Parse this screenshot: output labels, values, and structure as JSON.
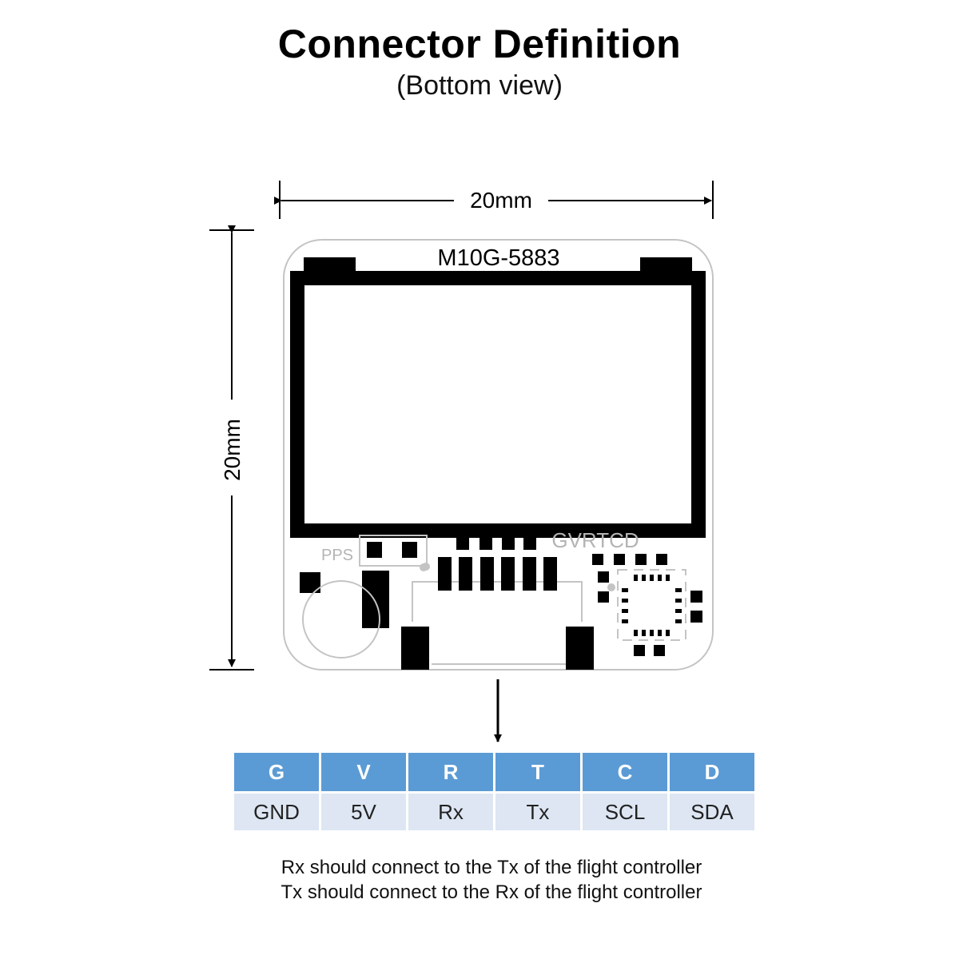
{
  "title": "Connector Definition",
  "subtitle": "(Bottom view)",
  "dimensions": {
    "width_label": "20mm",
    "height_label": "20mm"
  },
  "board": {
    "model_label": "M10G-5883",
    "pps_label": "PPS",
    "connector_pin_label": "GVRTCD"
  },
  "pinout": {
    "codes": [
      "G",
      "V",
      "R",
      "T",
      "C",
      "D"
    ],
    "functions": [
      "GND",
      "5V",
      "Rx",
      "Tx",
      "SCL",
      "SDA"
    ]
  },
  "notes": [
    "Rx should connect to the Tx of the flight controller",
    "Tx should connect to the Rx of the flight controller"
  ]
}
